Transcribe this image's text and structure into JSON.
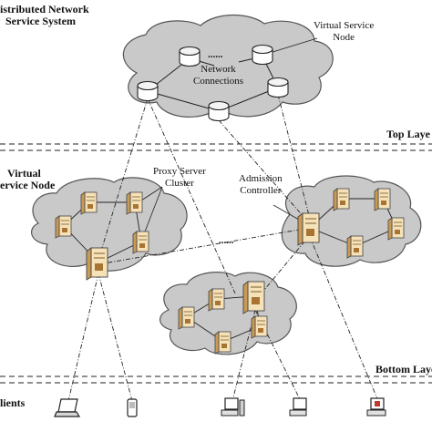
{
  "labels": {
    "system_title_1": "istributed Network",
    "system_title_2": "Service System",
    "virtual_node_1": "Virtual Service",
    "virtual_node_2": "Node",
    "network_1": "Network",
    "network_2": "Connections",
    "dots_top": "......",
    "top_layer": "Top Laye",
    "virtual_left_1": "Virtual",
    "virtual_left_2": "ervice Node",
    "proxy_1": "Proxy Server",
    "proxy_2": "Cluster",
    "admission_1": "Admission",
    "admission_2": "Controller",
    "dots_mid": "......",
    "bottom_layer": "Bottom Laye",
    "clients": "lients"
  },
  "icons": {
    "node": "database-cylinder-icon",
    "server": "server-tower-icon",
    "laptop": "laptop-icon",
    "phone": "mobile-phone-icon",
    "pc": "desktop-computer-icon"
  },
  "colors": {
    "cloud": "#c9c9c9",
    "cloud_edge": "#555555",
    "server_front": "#f6e2b8",
    "server_side": "#d4a868",
    "line": "#222222"
  }
}
